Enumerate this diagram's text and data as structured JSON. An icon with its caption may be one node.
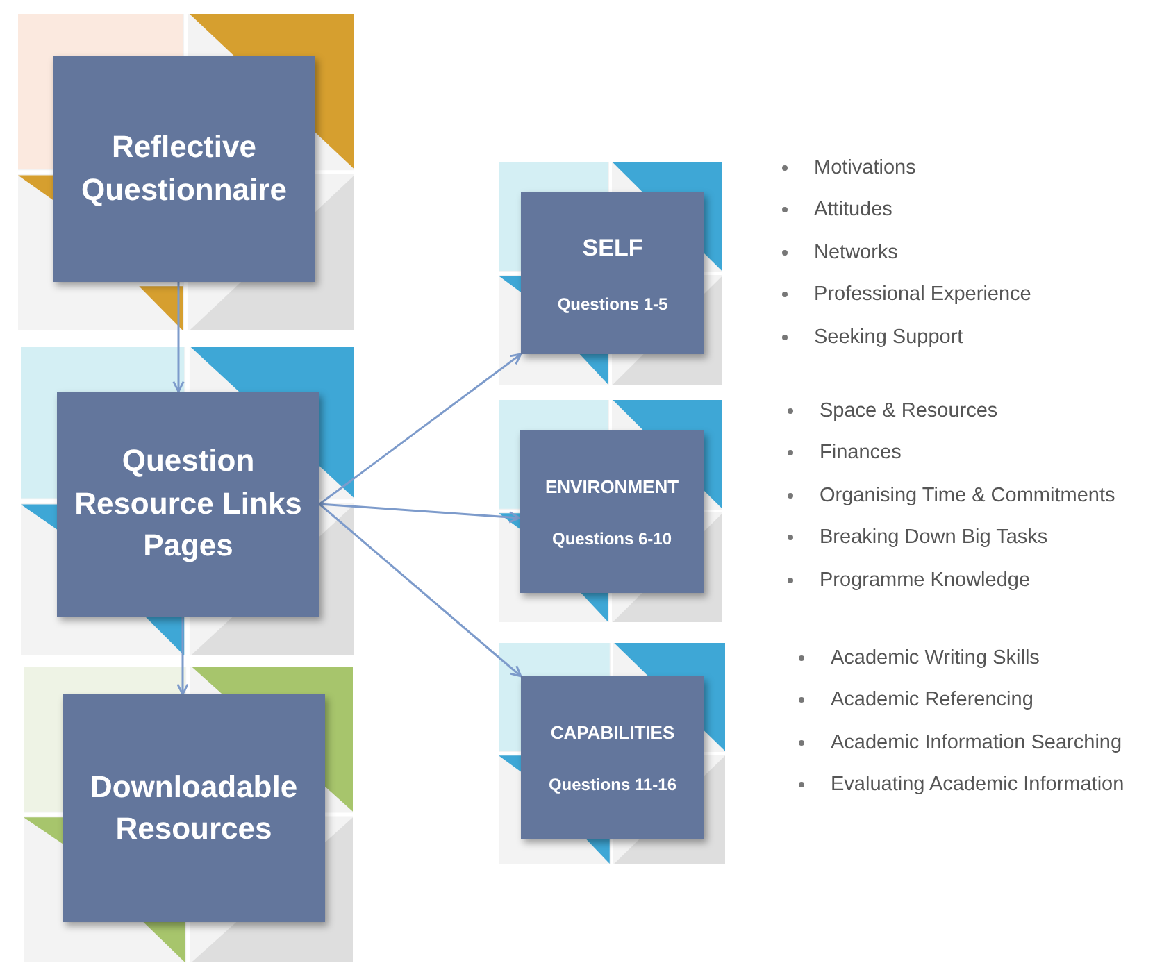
{
  "diagram": {
    "nodes": [
      {
        "text": [
          "Reflective Questionnaire"
        ]
      },
      {
        "text": [
          "Question Resource Links Pages"
        ]
      },
      {
        "text": [
          "Downloadable Resources"
        ]
      },
      {
        "text": [
          "SELF",
          "Questions 1-5"
        ],
        "beside": [
          "Motivations",
          "Attitudes",
          "Networks",
          "Professional Experience",
          "Seeking Support"
        ]
      },
      {
        "text": [
          "ENVIRONMENT",
          "Questions 6-10"
        ],
        "beside": [
          "Space & Resources",
          "Finances",
          "Organising Time & Commitments",
          "Breaking Down Big Tasks",
          "Programme Knowledge"
        ]
      },
      {
        "text": [
          "CAPABILITIES",
          "Questions 11-16"
        ],
        "beside": [
          "Academic Writing Skills",
          "Academic Referencing",
          "Academic Information Searching",
          "Evaluating Academic Information"
        ]
      }
    ],
    "edges": [
      {
        "from": 0,
        "to": 1,
        "arrow": "to"
      },
      {
        "from": 1,
        "to": 2,
        "arrow": "to"
      },
      {
        "from": 1,
        "to": 3,
        "arrow": "to"
      },
      {
        "from": 1,
        "to": 4,
        "arrow": "to"
      },
      {
        "from": 1,
        "to": 5,
        "arrow": "to"
      }
    ]
  }
}
